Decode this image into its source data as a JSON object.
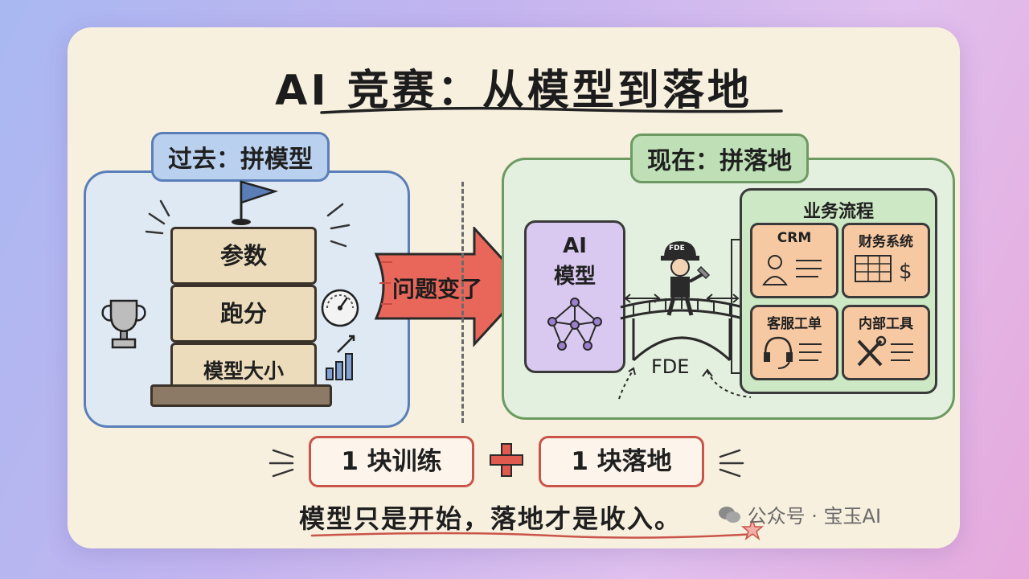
{
  "title": "AI 竞赛：从模型到落地",
  "left": {
    "label": "过去：拼模型",
    "blocks": [
      "参数",
      "跑分",
      "模型大小"
    ]
  },
  "arrow_label": "问题变了",
  "right": {
    "label": "现在：拼落地",
    "ai_box": [
      "AI",
      "模型"
    ],
    "bridge_label": "FDE",
    "worker_cap": "FDE",
    "business": {
      "title": "业务流程",
      "items": [
        "CRM",
        "财务系统",
        "客服工单",
        "内部工具"
      ]
    }
  },
  "formula": {
    "left": "1 块训练",
    "right": "1 块落地"
  },
  "slogan": "模型只是开始，落地才是收入。",
  "watermark": "公众号 · 宝玉AI",
  "colors": {
    "left_panel": "#dfe9f3",
    "right_panel": "#e3efdf",
    "arrow": "#e8675a",
    "ai_box": "#d9c8ef",
    "biz_card": "#f6c9a3"
  }
}
